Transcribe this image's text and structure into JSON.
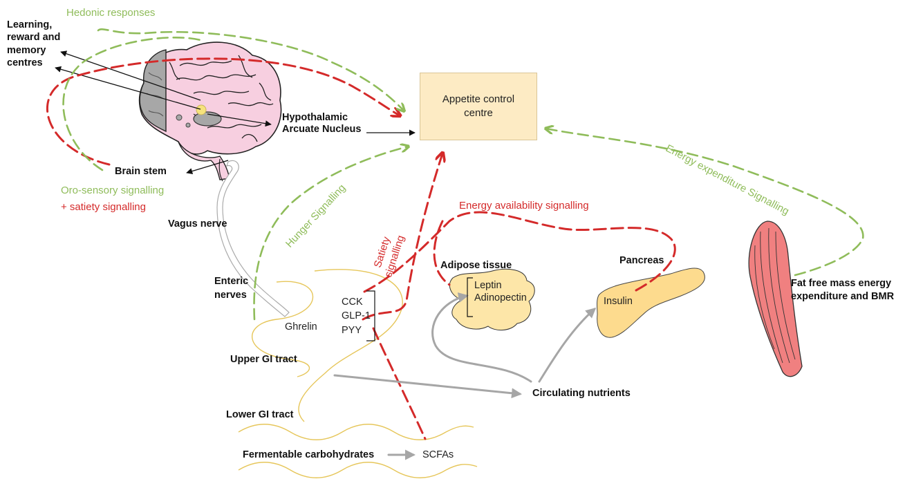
{
  "labels": {
    "hedonic_responses": "Hedonic responses",
    "learning_centres": "Learning,\nreward and\nmemory\ncentres",
    "appetite_control_centre": "Appetite control\ncentre",
    "hypothalamic_nucleus": "Hypothalamic\nArcuate Nucleus",
    "brain_stem": "Brain stem",
    "oro_sensory": "Oro-sensory signalling",
    "satiety_plus": "+ satiety signalling",
    "vagus_nerve": "Vagus nerve",
    "hunger_signalling": "Hunger Signalling",
    "satiety_signalling": "Satiety\nsignalling",
    "energy_availability": "Energy availability  signalling",
    "energy_expenditure": "Energy expenditure  Signalling",
    "enteric_nerves": "Enteric\nnerves",
    "ghrelin": "Ghrelin",
    "hormones": "CCK\nGLP-1\nPYY",
    "upper_gi": "Upper GI tract",
    "lower_gi": "Lower GI tract",
    "adipose_tissue": "Adipose tissue",
    "adipokines": "Leptin\nAdinopectin",
    "pancreas": "Pancreas",
    "insulin": "Insulin",
    "fat_free_mass": "Fat free mass energy\nexpenditure and BMR",
    "circulating_nutrients": "Circulating nutrients",
    "fermentable_carbs": "Fermentable carbohydrates",
    "scfas": "SCFAs"
  },
  "colors": {
    "hedonic_green": "#8fbc5a",
    "satiety_red": "#d42a2a",
    "nutrient_grey": "#a6a6a6",
    "gut_line": "#e6c65a",
    "brain_pink": "#f7cfe0",
    "brain_grey": "#a7a7a7",
    "organ_fill": "#fde6a8",
    "box_fill": "#fdebc4",
    "muscle_fill": "#f08080"
  }
}
